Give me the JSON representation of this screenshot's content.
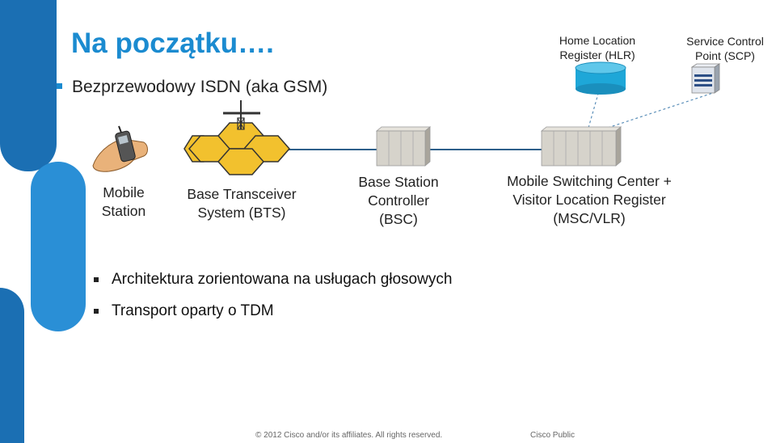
{
  "title": "Na początku….",
  "main_bullet": "Bezprzewodowy ISDN (aka GSM)",
  "nodes": {
    "ms": {
      "line1": "Mobile",
      "line2": "Station"
    },
    "bts": {
      "line1": "Base Transceiver",
      "line2": "System (BTS)"
    },
    "bsc": {
      "line1": "Base Station",
      "line2": "Controller",
      "line3": "(BSC)"
    },
    "msc": {
      "line1": "Mobile Switching Center +",
      "line2": "Visitor Location Register",
      "line3": "(MSC/VLR)"
    },
    "hlr": {
      "line1": "Home Location",
      "line2": "Register (HLR)"
    },
    "scp": {
      "line1": "Service Control",
      "line2": "Point (SCP)"
    }
  },
  "bullets": [
    "Architektura zorientowana na usługach głosowych",
    "Transport oparty o TDM"
  ],
  "footer": {
    "copyright": "© 2012 Cisco and/or its affiliates. All rights reserved.",
    "classification": "Cisco Public"
  },
  "colors": {
    "accent": "#1b8bd0",
    "cell_fill": "#f2c12e",
    "cylinder": "#1ea7d8",
    "link": "#2d5f8a"
  }
}
